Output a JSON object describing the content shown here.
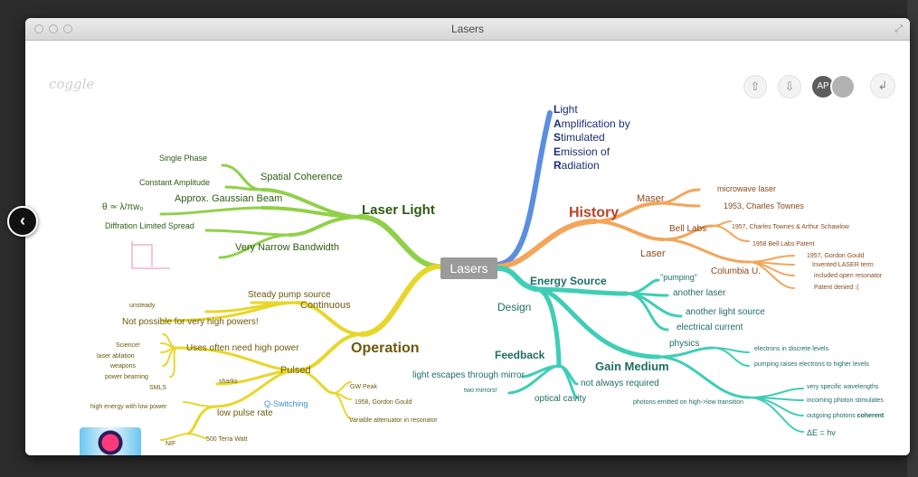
{
  "window": {
    "title": "Lasers"
  },
  "app": {
    "logo": "coggle"
  },
  "toolbar": {
    "upload_icon": "upload-arrow-icon",
    "download_icon": "download-arrow-icon",
    "avatar_initials": "AP",
    "history_icon": "history-clock-icon"
  },
  "nav": {
    "prev_icon": "chevron-left-icon"
  },
  "mindmap": {
    "center": "Lasers",
    "acronym": {
      "lines": [
        {
          "first": "L",
          "rest": "ight"
        },
        {
          "first": "A",
          "rest": "mplification by"
        },
        {
          "first": "S",
          "rest": "timulated"
        },
        {
          "first": "E",
          "rest": "mission of"
        },
        {
          "first": "R",
          "rest": "adiation"
        }
      ]
    },
    "laser_light": {
      "title": "Laser Light",
      "spatial_coherence": "Spatial Coherence",
      "single_phase": "Single Phase",
      "constant_amplitude": "Constant Amplitude",
      "gaussian": "Approx. Gaussian Beam",
      "theta_formula": "θ ≃ λ/πw₀",
      "diffraction": "Diffration Limited Spread",
      "narrow_bandwidth": "Very Narrow Bandwidth"
    },
    "operation": {
      "title": "Operation",
      "steady": "Steady pump source",
      "continuous": "Continuous",
      "unsteady": "unsteady",
      "not_possible": "Not possible for very high powers!",
      "uses_high_power": "Uses often need high power",
      "science": "Science!",
      "ablation": "laser ablation",
      "weapons": "weapons",
      "beaming": "power beaming",
      "smls": "SMLS",
      "sharks": "sharks",
      "pulsed": "Pulsed",
      "gw_peak": "GW Peak",
      "gould": "1958, Gordon Gould",
      "attenuator": "Variable attenuator in resonator",
      "q_switching": "Q-Switching",
      "high_energy": "high energy with low power",
      "low_pulse": "low pulse rate",
      "nif": "NIF",
      "terawatt": "500 Terra Watt"
    },
    "history": {
      "title": "History",
      "maser": "Maser",
      "microwave": "microwave laser",
      "townes": "1953, Charles Townes",
      "bell_labs": "Bell Labs",
      "schawlow": "1957, Charles Townes & Arthur Schawlow",
      "patent": "1958 Bell Labs Patent",
      "laser": "Laser",
      "columbia": "Columbia U.",
      "gould_1957": "1957, Gordon Gould",
      "invented": "Invented LASER term",
      "resonator": "included open resonator",
      "denied": "Patent denied :("
    },
    "design": {
      "title": "Design",
      "energy_source": "Energy Source",
      "pumping": "\"pumping\"",
      "another_laser": "another laser",
      "another_light": "another light source",
      "electrical": "electrical current",
      "gain_medium": "Gain Medium",
      "physics": "physics",
      "discrete": "electrons in discrete levels",
      "pumping_raises": "pumping raises electrons to higher levels",
      "photons_emitted": "photons emitted on high->low transition",
      "wavelengths": "very specific wavelengths",
      "stimulates": "incoming photon stimulates",
      "outgoing": "outgoing photons ",
      "coherent": "coherent",
      "delta_e": "ΔE = hν",
      "feedback": "Feedback",
      "light_escapes": "light escapes through mirror",
      "two_mirrors": "two mirrors!",
      "not_required": "not always required",
      "optical_cavity": "optical cavity"
    }
  },
  "colors": {
    "green": "#7cc43a",
    "yellow": "#e3d21d",
    "blue": "#4f86d9",
    "orange": "#f19a45",
    "teal": "#3cc9b4",
    "dark_green": "#2f5b12",
    "dark_olive": "#6b5a0a",
    "history_red": "#b4442a",
    "teal_dark": "#1f6e62",
    "navy": "#1b2f73"
  }
}
